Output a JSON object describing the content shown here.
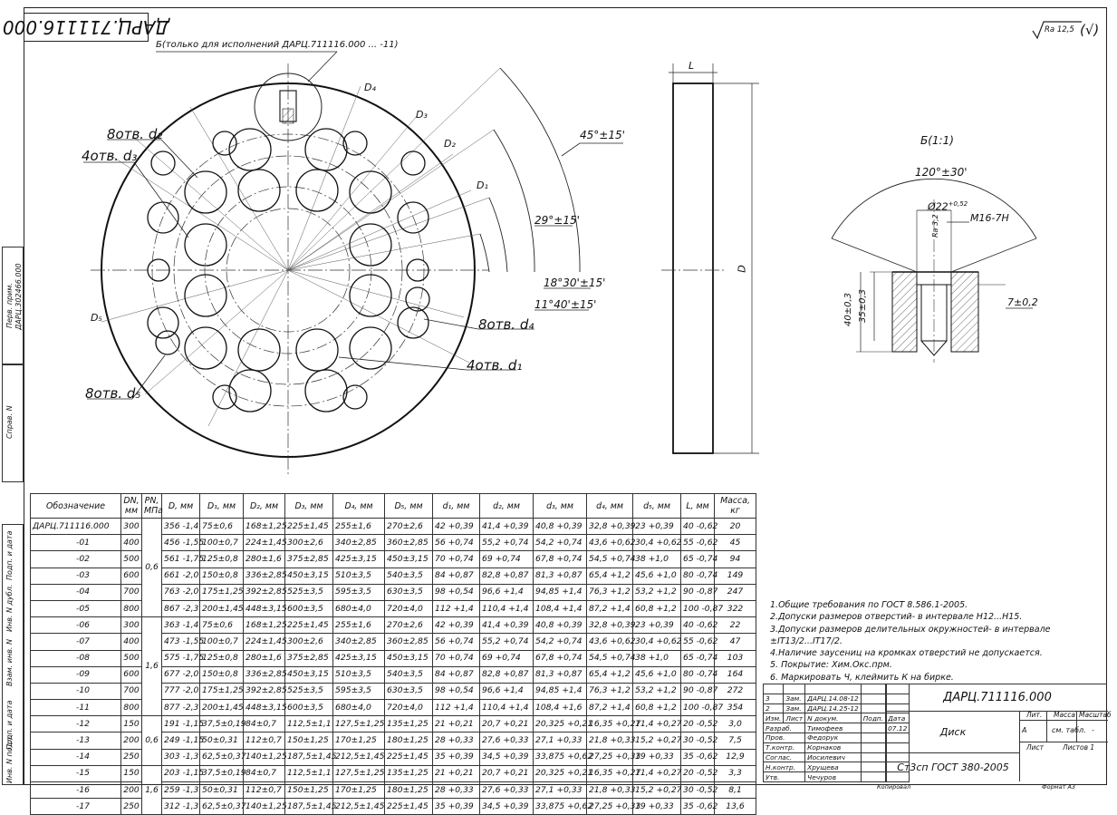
{
  "stamp": "ДАРЦ.711116.000",
  "roughness": "Ra 12,5",
  "view_b_title": "Б(только для исполнений ДАРЦ.711116.000 ... -11)",
  "section_b": "Б(1:1)",
  "main_labels": {
    "d2": "8отв. d₂",
    "d3": "4отв. d₃",
    "d4": "8отв. d₄",
    "d1": "4отв. d₁",
    "d5": "8отв. d₅",
    "D1": "D₁",
    "D2": "D₂",
    "D3": "D₃",
    "D4": "D₄",
    "D5": "D₅",
    "a45": "45°±15'",
    "a29": "29°±15'",
    "a18": "18°30'±15'",
    "a11": "11°40'±15'"
  },
  "side_labels": {
    "L": "L",
    "D": "D"
  },
  "detail_labels": {
    "angle": "120°±30'",
    "dia": "Ø22",
    "dia_tol": "+0,52",
    "thread": "M16-7H",
    "ra": "Ra 3,2",
    "depth40": "40±0,3",
    "depth35": "35±0,3",
    "depth7": "7±0,2"
  },
  "left_strip": {
    "perv": "Перв. прим.",
    "perv_val": "ДАРЦ.302466.000",
    "sprav": "Справ. N",
    "podp1": "Подп. и дата",
    "inv_dubl": "Инв. N дубл.",
    "vzam": "Взам. инв. N",
    "podp2": "Подп. и дата",
    "inv_podl": "Инв. N подл."
  },
  "table": {
    "headers": [
      "Обозначение",
      "DN, мм",
      "PN, МПа",
      "D, мм",
      "D₁, мм",
      "D₂, мм",
      "D₃, мм",
      "D₄, мм",
      "D₅, мм",
      "d₁, мм",
      "d₂, мм",
      "d₃, мм",
      "d₄, мм",
      "d₅, мм",
      "L, мм",
      "Масса, кг"
    ],
    "pn_groups": [
      "0,6",
      "1,6",
      "0,6",
      "1,6"
    ],
    "rows": [
      [
        "ДАРЦ.711116.000",
        "300",
        "356 -1,4",
        "75±0,6",
        "168±1,25",
        "225±1,45",
        "255±1,6",
        "270±2,6",
        "42 +0,39",
        "41,4 +0,39",
        "40,8 +0,39",
        "32,8 +0,39",
        "23 +0,39",
        "40 -0,62",
        "20"
      ],
      [
        "-01",
        "400",
        "456 -1,55",
        "100±0,7",
        "224±1,45",
        "300±2,6",
        "340±2,85",
        "360±2,85",
        "56 +0,74",
        "55,2 +0,74",
        "54,2 +0,74",
        "43,6 +0,62",
        "30,4 +0,62",
        "55 -0,62",
        "45"
      ],
      [
        "-02",
        "500",
        "561 -1,75",
        "125±0,8",
        "280±1,6",
        "375±2,85",
        "425±3,15",
        "450±3,15",
        "70 +0,74",
        "69 +0,74",
        "67,8 +0,74",
        "54,5 +0,74",
        "38 +1,0",
        "65 -0,74",
        "94"
      ],
      [
        "-03",
        "600",
        "661 -2,0",
        "150±0,8",
        "336±2,85",
        "450±3,15",
        "510±3,5",
        "540±3,5",
        "84 +0,87",
        "82,8 +0,87",
        "81,3 +0,87",
        "65,4 +1,2",
        "45,6 +1,0",
        "80 -0,74",
        "149"
      ],
      [
        "-04",
        "700",
        "763 -2,0",
        "175±1,25",
        "392±2,85",
        "525±3,5",
        "595±3,5",
        "630±3,5",
        "98 +0,54",
        "96,6 +1,4",
        "94,85 +1,4",
        "76,3 +1,2",
        "53,2 +1,2",
        "90 -0,87",
        "247"
      ],
      [
        "-05",
        "800",
        "867 -2,3",
        "200±1,45",
        "448±3,15",
        "600±3,5",
        "680±4,0",
        "720±4,0",
        "112 +1,4",
        "110,4 +1,4",
        "108,4 +1,4",
        "87,2 +1,4",
        "60,8 +1,2",
        "100 -0,87",
        "322"
      ],
      [
        "-06",
        "300",
        "363 -1,4",
        "75±0,6",
        "168±1,25",
        "225±1,45",
        "255±1,6",
        "270±2,6",
        "42 +0,39",
        "41,4 +0,39",
        "40,8 +0,39",
        "32,8 +0,39",
        "23 +0,39",
        "40 -0,62",
        "22"
      ],
      [
        "-07",
        "400",
        "473 -1,55",
        "100±0,7",
        "224±1,45",
        "300±2,6",
        "340±2,85",
        "360±2,85",
        "56 +0,74",
        "55,2 +0,74",
        "54,2 +0,74",
        "43,6 +0,62",
        "30,4 +0,62",
        "55 -0,62",
        "47"
      ],
      [
        "-08",
        "500",
        "575 -1,75",
        "125±0,8",
        "280±1,6",
        "375±2,85",
        "425±3,15",
        "450±3,15",
        "70 +0,74",
        "69 +0,74",
        "67,8 +0,74",
        "54,5 +0,74",
        "38 +1,0",
        "65 -0,74",
        "103"
      ],
      [
        "-09",
        "600",
        "677 -2,0",
        "150±0,8",
        "336±2,85",
        "450±3,15",
        "510±3,5",
        "540±3,5",
        "84 +0,87",
        "82,8 +0,87",
        "81,3 +0,87",
        "65,4 +1,2",
        "45,6 +1,0",
        "80 -0,74",
        "164"
      ],
      [
        "-10",
        "700",
        "777 -2,0",
        "175±1,25",
        "392±2,85",
        "525±3,5",
        "595±3,5",
        "630±3,5",
        "98 +0,54",
        "96,6 +1,4",
        "94,85 +1,4",
        "76,3 +1,2",
        "53,2 +1,2",
        "90 -0,87",
        "272"
      ],
      [
        "-11",
        "800",
        "877 -2,3",
        "200±1,45",
        "448±3,15",
        "600±3,5",
        "680±4,0",
        "720±4,0",
        "112 +1,4",
        "110,4 +1,4",
        "108,4 +1,6",
        "87,2 +1,4",
        "60,8 +1,2",
        "100 -0,87",
        "354"
      ],
      [
        "-12",
        "150",
        "191 -1,15",
        "37,5±0,19",
        "84±0,7",
        "112,5±1,1",
        "127,5±1,25",
        "135±1,25",
        "21 +0,21",
        "20,7 +0,21",
        "20,325 +0,21",
        "16,35 +0,27",
        "11,4 +0,27",
        "20 -0,52",
        "3,0"
      ],
      [
        "-13",
        "200",
        "249 -1,15",
        "50±0,31",
        "112±0,7",
        "150±1,25",
        "170±1,25",
        "180±1,25",
        "28 +0,33",
        "27,6 +0,33",
        "27,1 +0,33",
        "21,8 +0,33",
        "15,2 +0,27",
        "30 -0,52",
        "7,5"
      ],
      [
        "-14",
        "250",
        "303 -1,3",
        "62,5±0,37",
        "140±1,25",
        "187,5±1,45",
        "212,5±1,45",
        "225±1,45",
        "35 +0,39",
        "34,5 +0,39",
        "33,875 +0,62",
        "27,25 +0,33",
        "19 +0,33",
        "35 -0,62",
        "12,9"
      ],
      [
        "-15",
        "150",
        "203 -1,15",
        "37,5±0,19",
        "84±0,7",
        "112,5±1,1",
        "127,5±1,25",
        "135±1,25",
        "21 +0,21",
        "20,7 +0,21",
        "20,325 +0,21",
        "16,35 +0,27",
        "11,4 +0,27",
        "20 -0,52",
        "3,3"
      ],
      [
        "-16",
        "200",
        "259 -1,3",
        "50±0,31",
        "112±0,7",
        "150±1,25",
        "170±1,25",
        "180±1,25",
        "28 +0,33",
        "27,6 +0,33",
        "27,1 +0,33",
        "21,8 +0,33",
        "15,2 +0,27",
        "30 -0,52",
        "8,1"
      ],
      [
        "-17",
        "250",
        "312 -1,3",
        "62,5±0,37",
        "140±1,25",
        "187,5±1,45",
        "212,5±1,45",
        "225±1,45",
        "35 +0,39",
        "34,5 +0,39",
        "33,875 +0,62",
        "27,25 +0,33",
        "19 +0,33",
        "35 -0,62",
        "13,6"
      ]
    ]
  },
  "notes": [
    "1.Общие требования по ГОСТ 8.586.1-2005.",
    "2.Допуски размеров отверстий- в интервале H12...H15.",
    "3.Допуски размеров делительных окружностей- в интервале ±IT13/2...IT17/2.",
    "4.Наличие заусениц на кромках отверстий не допускается.",
    "5. Покрытие: Хим.Окс.прм.",
    "6. Маркировать Ч, клеймить К на бирке."
  ],
  "title_block": {
    "code": "ДАРЦ.711116.000",
    "name": "Диск",
    "material": "Ст3сп ГОСТ 380-2005",
    "lit": "Лит.",
    "massa": "Масса",
    "masshtab": "Масштаб",
    "lit_val": "А",
    "massa_val": "см. табл.",
    "masshtab_val": "-",
    "list": "Лист",
    "listov": "Листов 1",
    "changes": [
      [
        "3",
        "Зам.",
        "ДАРЦ.14.08-12"
      ],
      [
        "2",
        "Зам.",
        "ДАРЦ.14.25-12"
      ]
    ],
    "change_head": [
      "Изм.",
      "Лист",
      "N докум.",
      "Подп.",
      "Дата"
    ],
    "people": [
      [
        "Разраб.",
        "Тимофеев",
        "",
        "07.12"
      ],
      [
        "Пров.",
        "Федорук",
        "",
        ""
      ],
      [
        "Т.контр.",
        "Корнаков",
        "",
        ""
      ],
      [
        "Соглас.",
        "Иосилевич",
        "",
        ""
      ],
      [
        "Н.контр.",
        "Хрущева",
        "",
        ""
      ],
      [
        "Утв.",
        "Чечуров",
        "",
        ""
      ]
    ],
    "bottom": "Копировал",
    "format": "Формат A3"
  }
}
